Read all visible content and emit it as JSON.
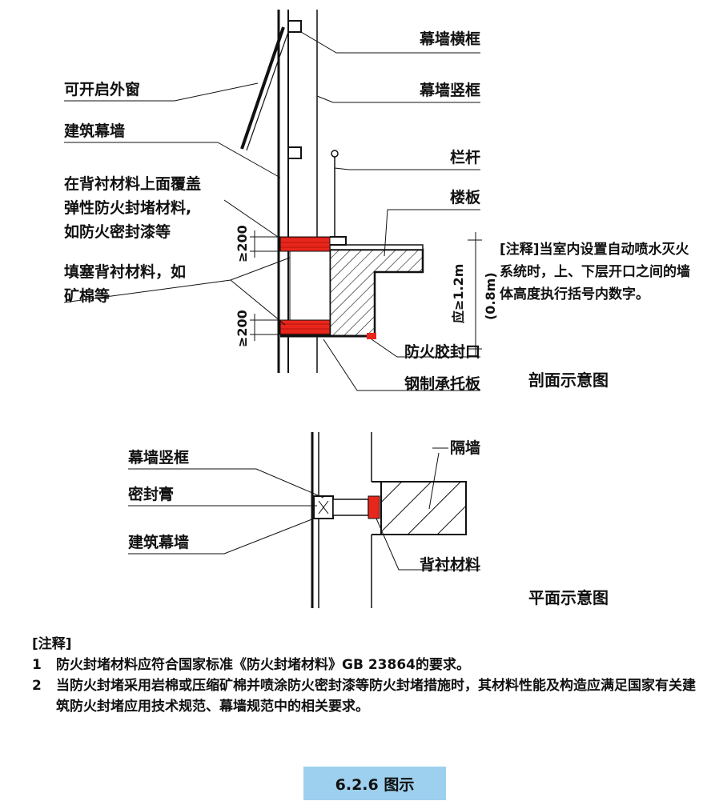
{
  "section": {
    "labels": {
      "curtain_transom": "幕墙横框",
      "openable_window": "可开启外窗",
      "curtain_mullion": "幕墙竖框",
      "building_curtain_wall": "建筑幕墙",
      "railing": "栏杆",
      "cover_line1": "在背衬材料上面覆盖",
      "cover_line2": "弹性防火封堵材料,",
      "cover_line3": "如防火密封漆等",
      "floor_slab": "楼板",
      "dim_200_top": "≥200",
      "fill_line1": "填塞背衬材料，如",
      "fill_line2": "矿棉等",
      "dim_200_bottom": "≥200",
      "height_dim": "应≥1.2m",
      "height_dim_alt": "(0.8m)",
      "fire_sealant": "防火胶封口",
      "steel_support": "钢制承托板"
    },
    "caption": "剖面示意图"
  },
  "side_note": "[注释]当室内设置自动喷水灭火系统时，上、下层开口之间的墙体高度执行括号内数字。",
  "plan": {
    "labels": {
      "partition_wall": "隔墙",
      "curtain_mullion": "幕墙竖框",
      "sealant": "密封膏",
      "building_curtain_wall": "建筑幕墙",
      "backing_material": "背衬材料"
    },
    "caption": "平面示意图"
  },
  "notes": {
    "heading": "[注释]",
    "items": [
      {
        "num": "1",
        "text": "防火封堵材料应符合国家标准《防火封堵材料》GB 23864的要求。"
      },
      {
        "num": "2",
        "text": "当防火封堵采用岩棉或压缩矿棉并喷涂防火密封漆等防火封堵措施时，其材料性能及构造应满足国家有关建筑防火封堵应用技术规范、幕墙规范中的相关要求。"
      }
    ]
  },
  "figure_title": "6.2.6 图示",
  "colors": {
    "line": "#111111",
    "fire_seal_red": "#e8261c",
    "title_bg": "#9dd0ee"
  }
}
